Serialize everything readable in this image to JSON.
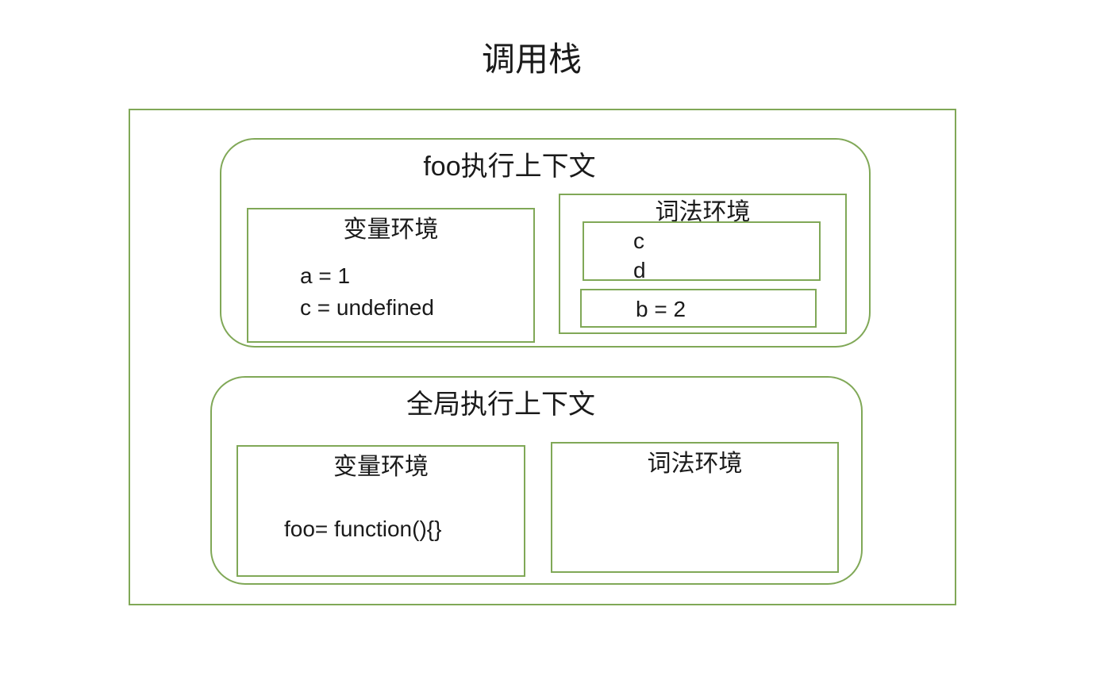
{
  "title": "调用栈",
  "colors": {
    "border_green": "#80a857",
    "text": "#1a1a1a",
    "background": "#ffffff"
  },
  "foo_context": {
    "label": "foo执行上下文",
    "variable_env": {
      "label": "变量环境",
      "entries": [
        "a = 1",
        "c = undefined"
      ]
    },
    "lexical_env": {
      "label": "词法环境",
      "block_top": {
        "entries": [
          "c",
          "d"
        ]
      },
      "block_bottom": {
        "value": "b = 2"
      }
    }
  },
  "global_context": {
    "label": "全局执行上下文",
    "variable_env": {
      "label": "变量环境",
      "entries": [
        "foo= function(){}"
      ]
    },
    "lexical_env": {
      "label": "词法环境"
    }
  }
}
